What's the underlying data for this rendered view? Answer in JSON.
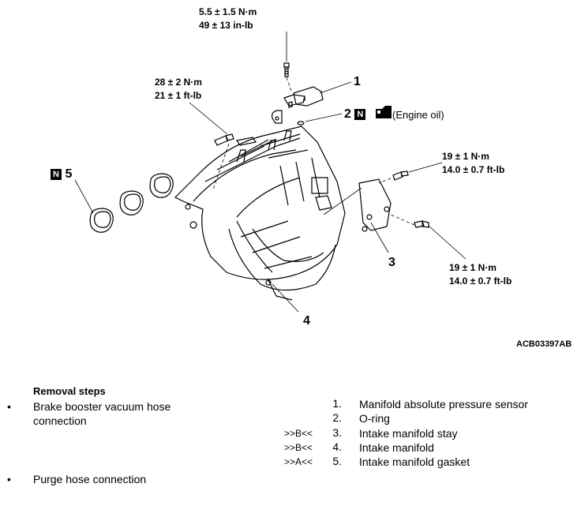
{
  "callouts": {
    "torque_top": [
      "5.5 ± 1.5 N·m",
      "49 ± 13 in-lb"
    ],
    "torque_left": [
      "28 ± 2 N·m",
      "21 ± 1 ft-lb"
    ],
    "torque_right_top": [
      "19 ± 1 N·m",
      "14.0 ± 0.7 ft-lb"
    ],
    "torque_right_bottom": [
      "19 ± 1 N·m",
      "14.0 ± 0.7 ft-lb"
    ],
    "num1": "1",
    "num2": "2",
    "num3": "3",
    "num4": "4",
    "num5": "5",
    "n_badge": "N",
    "engine_oil": "(Engine oil)"
  },
  "figure_code": "ACB03397AB",
  "removal": {
    "title": "Removal steps",
    "bullets": [
      "Brake booster vacuum hose",
      "connection",
      "Purge hose connection"
    ],
    "steps": [
      {
        "ref": "",
        "num": "1.",
        "name": "Manifold absolute pressure sensor"
      },
      {
        "ref": "",
        "num": "2.",
        "name": "O-ring"
      },
      {
        "ref": ">>B<<",
        "num": "3.",
        "name": "Intake manifold stay"
      },
      {
        "ref": ">>B<<",
        "num": "4.",
        "name": "Intake manifold"
      },
      {
        "ref": ">>A<<",
        "num": "5.",
        "name": "Intake manifold gasket"
      }
    ]
  }
}
